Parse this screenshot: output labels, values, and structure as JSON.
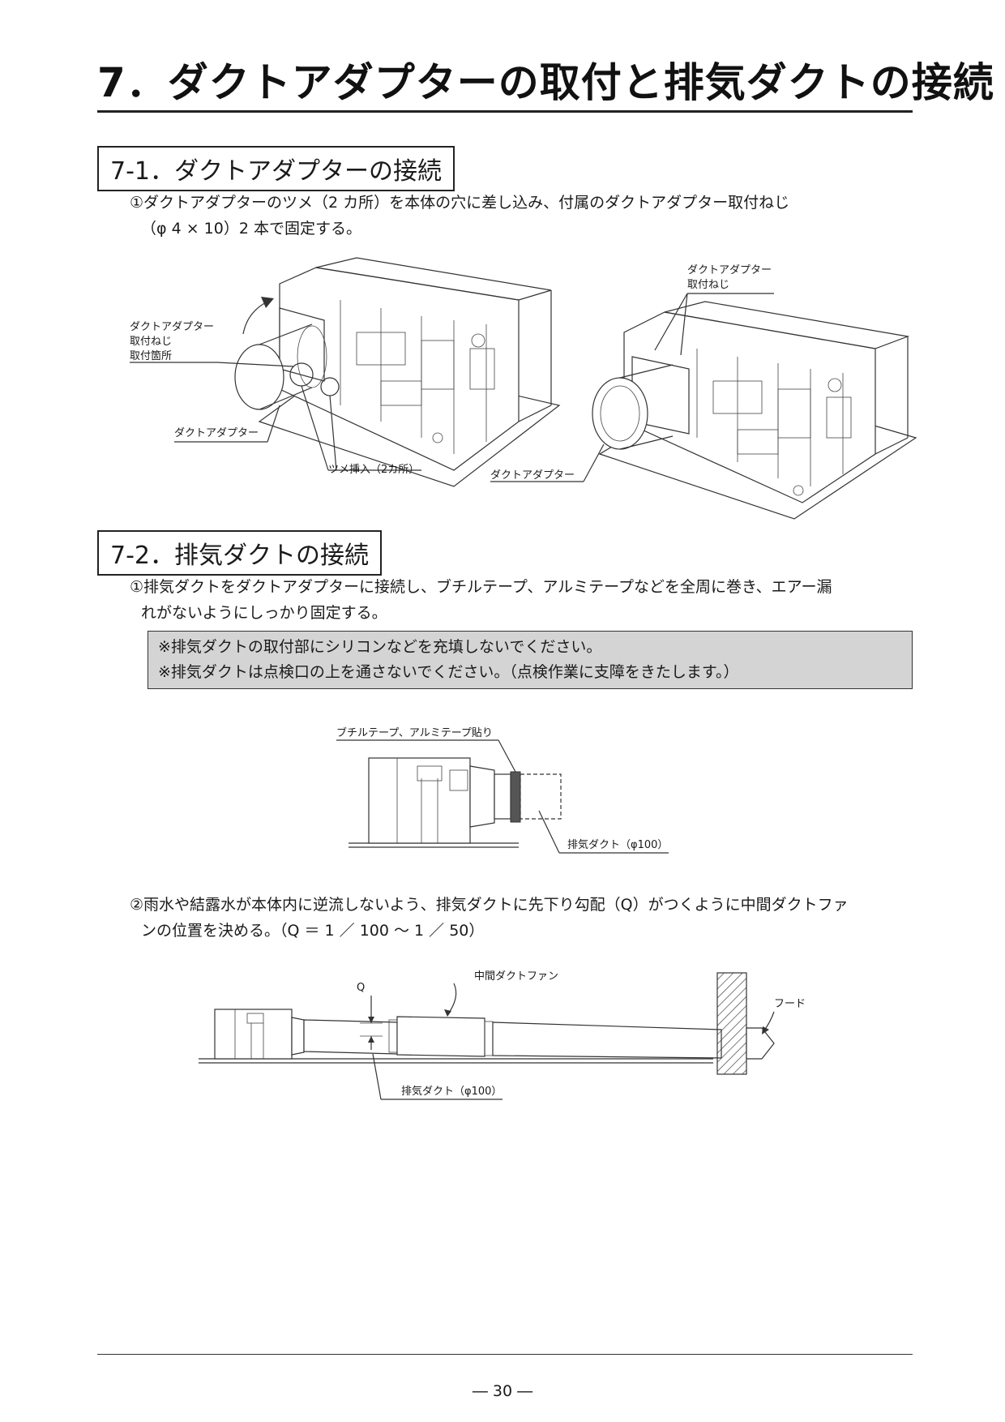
{
  "page": {
    "title": "7．ダクトアダプターの取付と排気ダクトの接続",
    "page_number": "― 30 ―"
  },
  "section1": {
    "heading": "7-1．ダクトアダプターの接続",
    "step1_line1": "①ダクトアダプターのツメ（2 カ所）を本体の穴に差し込み、付属のダクトアダプター取付ねじ",
    "step1_line2": "（φ 4 × 10）2 本で固定する。",
    "figure": {
      "left_label_screw": [
        "ダクトアダプター",
        "取付ねじ",
        "取付箇所"
      ],
      "left_label_adapter": "ダクトアダプター",
      "left_label_tab": "ツメ挿入（2カ所）",
      "right_label_screw": [
        "ダクトアダプター",
        "取付ねじ"
      ],
      "right_label_adapter": "ダクトアダプター"
    }
  },
  "section2": {
    "heading": "7-2．排気ダクトの接続",
    "step1_line1": "①排気ダクトをダクトアダプターに接続し、ブチルテープ、アルミテープなどを全周に巻き、エアー漏",
    "step1_line2": "れがないようにしっかり固定する。",
    "notes": [
      "※排気ダクトの取付部にシリコンなどを充填しないでください。",
      "※排気ダクトは点検口の上を通さないでください。（点検作業に支障をきたします。）"
    ],
    "figure1": {
      "label_tape": "ブチルテープ、アルミテープ貼り",
      "label_duct": "排気ダクト（φ100）"
    },
    "step2_line1": "②雨水や結露水が本体内に逆流しないよう、排気ダクトに先下り勾配（Q）がつくように中間ダクトファ",
    "step2_line2": "ンの位置を決める。（Q ＝ 1 ／ 100 ～ 1 ／ 50）",
    "figure2": {
      "label_q": "Q",
      "label_fan": "中間ダクトファン",
      "label_hood": "フード",
      "label_duct": "排気ダクト（φ100）"
    }
  }
}
